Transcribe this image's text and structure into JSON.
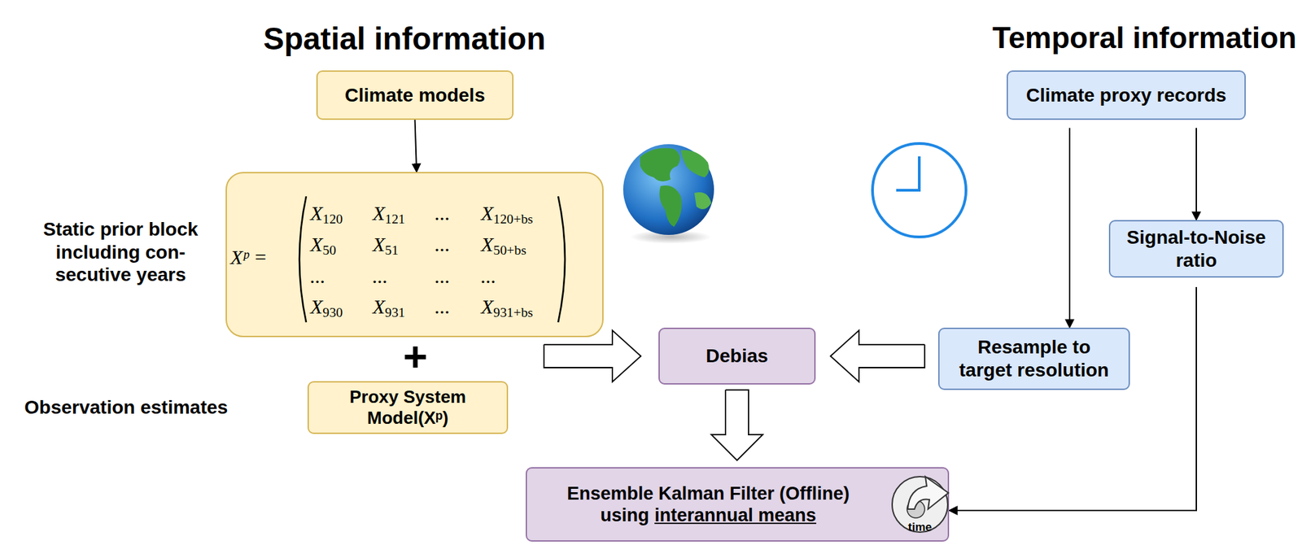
{
  "diagram": {
    "nodes": [
      {
        "text": [
          "Climate models"
        ]
      },
      {
        "text": [
          "Xᵖ =",
          "X120",
          "X121",
          "...",
          "X120+bs",
          "X50",
          "X51",
          "...",
          "X50+bs",
          "...",
          "...",
          "...",
          "...",
          "X930",
          "X931",
          "...",
          "X931+bs"
        ]
      },
      {
        "text": [
          "Proxy System Model(Xᵖ)"
        ]
      },
      {
        "text": [
          "Climate proxy records"
        ]
      },
      {
        "text": [
          "Signal-to-Noise ratio"
        ]
      },
      {
        "text": [
          "Resample to target resolution"
        ]
      },
      {
        "text": [
          "Debias"
        ]
      },
      {
        "text": [
          "Ensemble Kalman Filter (Offline)",
          "using",
          "interannual means"
        ]
      }
    ],
    "edges": [
      {
        "from": 0,
        "to": 1,
        "arrow": "to"
      },
      {
        "from": 1,
        "to": 6,
        "arrow": "to"
      },
      {
        "from": 5,
        "to": 6,
        "arrow": "to"
      },
      {
        "from": 3,
        "to": 5,
        "arrow": "to"
      },
      {
        "from": 3,
        "to": 4,
        "arrow": "to"
      },
      {
        "from": 6,
        "to": 7,
        "arrow": "to"
      },
      {
        "from": 4,
        "to": 7,
        "arrow": "to"
      }
    ],
    "labels": [
      "Spatial information",
      "Temporal information",
      "Static prior block including con- secutive years",
      "+",
      "Observation estimates",
      "time"
    ]
  }
}
